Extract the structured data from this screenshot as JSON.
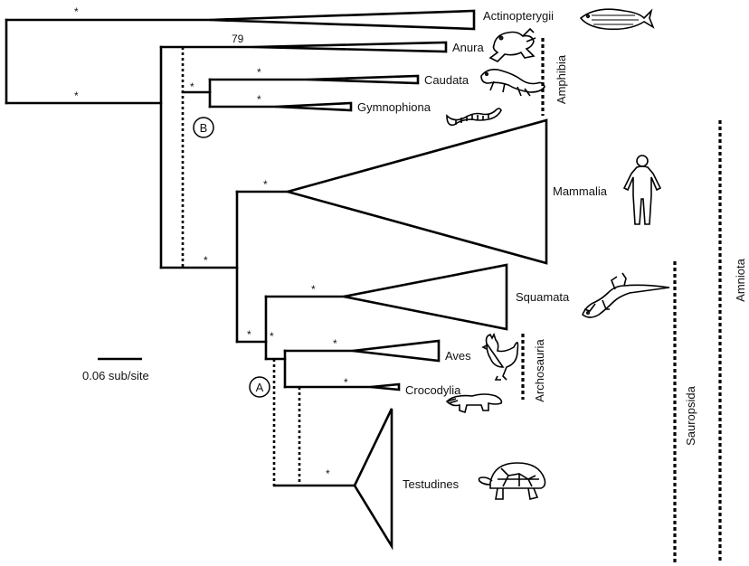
{
  "taxa": {
    "actinopterygii": "Actinopterygii",
    "anura": "Anura",
    "caudata": "Caudata",
    "gymnophiona": "Gymnophiona",
    "mammalia": "Mammalia",
    "squamata": "Squamata",
    "aves": "Aves",
    "crocodylia": "Crocodylia",
    "testudines": "Testudines"
  },
  "groups": {
    "amphibia": "Amphibia",
    "archosauria": "Archosauria",
    "sauropsida": "Sauropsida",
    "amniota": "Amniota"
  },
  "support": {
    "star": "*",
    "anura_value": "79"
  },
  "nodes": {
    "a": "A",
    "b": "B"
  },
  "scale_bar": {
    "label": "0.06 sub/site"
  },
  "silhouettes": [
    "fish",
    "frog",
    "salamander",
    "caecilian",
    "human",
    "lizard",
    "rooster",
    "crocodile",
    "turtle"
  ]
}
